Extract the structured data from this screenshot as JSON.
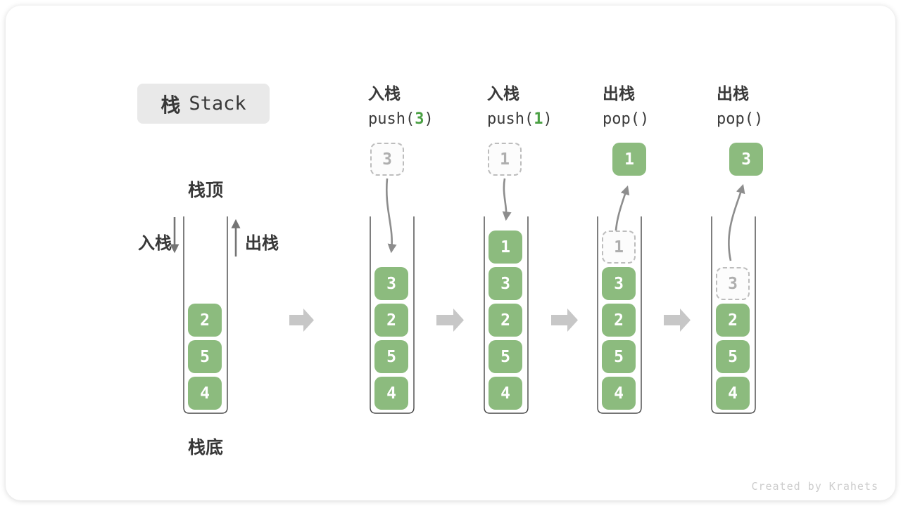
{
  "title": {
    "zh": "栈",
    "en": "Stack"
  },
  "side_labels": {
    "top": "栈顶",
    "bottom": "栈底",
    "push": "入栈",
    "pop": "出栈"
  },
  "operations": [
    {
      "label": "入栈",
      "code_pre": "push(",
      "code_val": "3",
      "code_post": ")"
    },
    {
      "label": "入栈",
      "code_pre": "push(",
      "code_val": "1",
      "code_post": ")"
    },
    {
      "label": "出栈",
      "code_pre": "pop()",
      "code_val": "",
      "code_post": ""
    },
    {
      "label": "出栈",
      "code_pre": "pop()",
      "code_val": "",
      "code_post": ""
    }
  ],
  "stacks": {
    "initial": {
      "cells": [
        "2",
        "5",
        "4"
      ]
    },
    "push3": {
      "floating": "3",
      "cells": [
        "3",
        "2",
        "5",
        "4"
      ]
    },
    "push1": {
      "floating": "1",
      "cells": [
        "1",
        "3",
        "2",
        "5",
        "4"
      ]
    },
    "pop1": {
      "floating": "1",
      "ghost": "1",
      "cells": [
        "3",
        "2",
        "5",
        "4"
      ]
    },
    "pop3": {
      "floating": "3",
      "ghost": "3",
      "cells": [
        "2",
        "5",
        "4"
      ]
    }
  },
  "watermark": "Created by Krahets",
  "colors": {
    "cell_green": "#8cbb7e",
    "code_green": "#4aa043",
    "wall_gray": "#474747",
    "arrow_gray": "#8d8d8d",
    "block_arrow_gray": "#c7c7c7",
    "title_bg": "#e9e9e9"
  }
}
